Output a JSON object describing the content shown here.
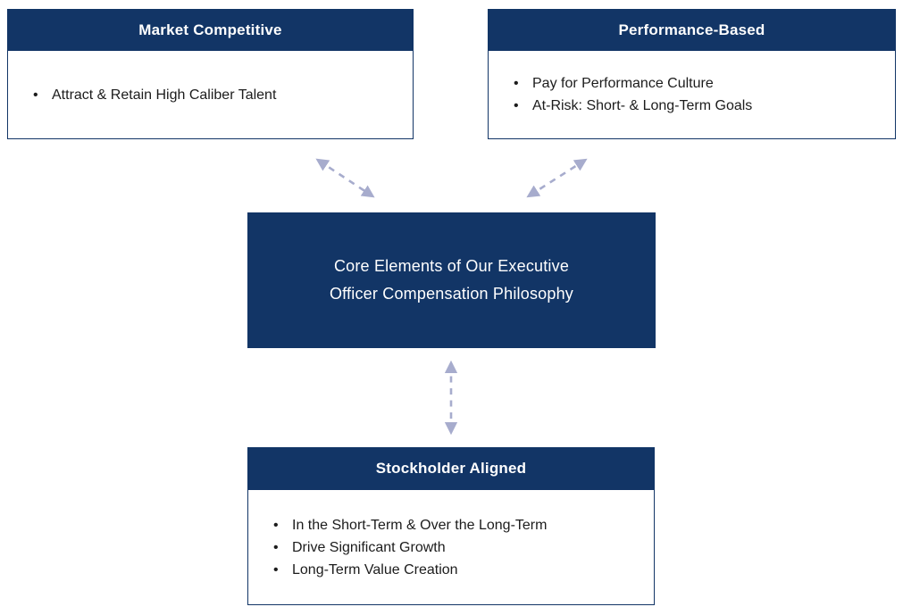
{
  "core": {
    "title_lines": [
      "Core Elements of Our Executive",
      "Officer Compensation Philosophy"
    ]
  },
  "boxes": {
    "market": {
      "title": "Market Competitive",
      "bullets": [
        "Attract & Retain High Caliber Talent"
      ]
    },
    "performance": {
      "title": "Performance-Based",
      "bullets": [
        "Pay for Performance Culture",
        "At-Risk: Short- & Long-Term Goals"
      ]
    },
    "stockholder": {
      "title": "Stockholder Aligned",
      "bullets": [
        "In the Short-Term & Over the Long-Term",
        "Drive Significant Growth",
        "Long-Term Value Creation"
      ]
    }
  },
  "arrows": [
    {
      "name": "core-to-market",
      "style": "dashed-bidirectional"
    },
    {
      "name": "core-to-performance",
      "style": "dashed-bidirectional"
    },
    {
      "name": "core-to-stockholder",
      "style": "dashed-bidirectional"
    }
  ],
  "colors": {
    "navy": "#123566",
    "arrow": "#a7accd",
    "text": "#1c1c1c",
    "background": "#ffffff"
  }
}
